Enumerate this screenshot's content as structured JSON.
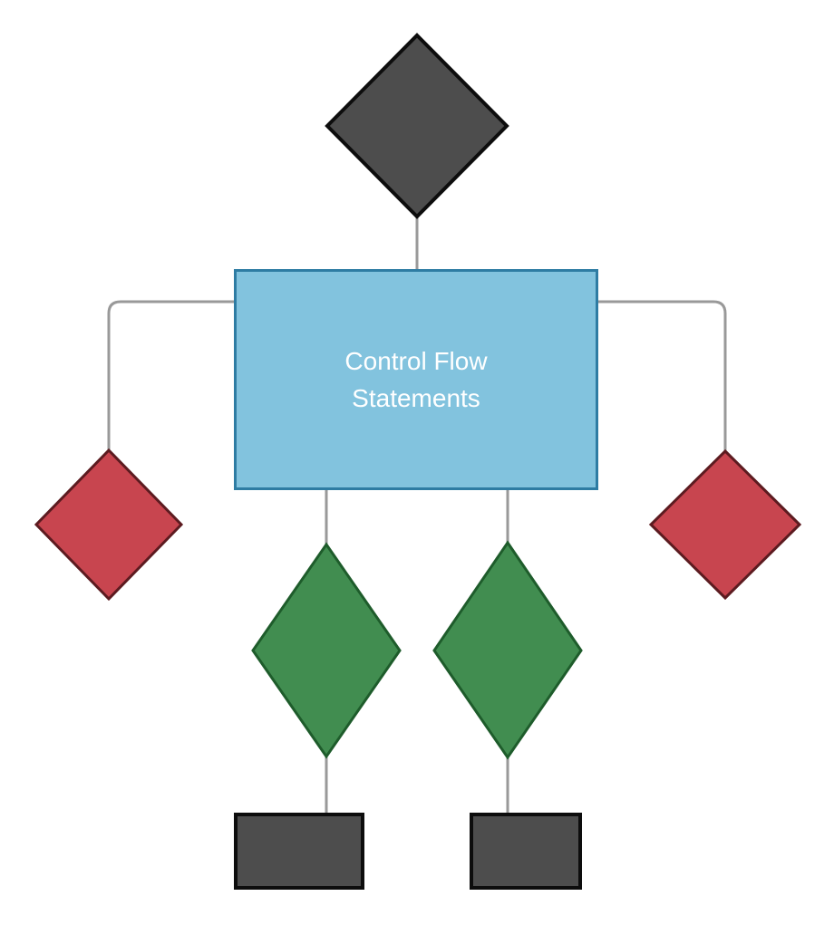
{
  "diagram": {
    "type": "flowchart",
    "main_node": {
      "label": "Control Flow Statements",
      "lines": [
        "Control Flow",
        "Statements"
      ]
    },
    "nodes": [
      {
        "id": "decision-top",
        "shape": "diamond",
        "style": "dark",
        "label": ""
      },
      {
        "id": "control-flow-main",
        "shape": "rectangle",
        "style": "blue",
        "label": "Control Flow Statements"
      },
      {
        "id": "decision-left-red",
        "shape": "diamond",
        "style": "red",
        "label": ""
      },
      {
        "id": "decision-right-red",
        "shape": "diamond",
        "style": "red",
        "label": ""
      },
      {
        "id": "branch-left-green",
        "shape": "diamond",
        "style": "green",
        "label": ""
      },
      {
        "id": "branch-right-green",
        "shape": "diamond",
        "style": "green",
        "label": ""
      },
      {
        "id": "process-left",
        "shape": "rectangle",
        "style": "dark",
        "label": ""
      },
      {
        "id": "process-right",
        "shape": "rectangle",
        "style": "dark",
        "label": ""
      }
    ],
    "edges": [
      {
        "from": "decision-top",
        "to": "control-flow-main"
      },
      {
        "from": "control-flow-main",
        "to": "decision-left-red"
      },
      {
        "from": "control-flow-main",
        "to": "decision-right-red"
      },
      {
        "from": "control-flow-main",
        "to": "branch-left-green"
      },
      {
        "from": "control-flow-main",
        "to": "branch-right-green"
      },
      {
        "from": "branch-left-green",
        "to": "process-left"
      },
      {
        "from": "branch-right-green",
        "to": "process-right"
      }
    ]
  },
  "colors": {
    "background": "#ffffff",
    "connector": "#999999",
    "label_text": "#ffffff",
    "node_dark_fill": "#4d4d4d",
    "node_dark_stroke": "#0d0d0d",
    "node_blue_fill": "#82c3de",
    "node_blue_stroke": "#2e7ca3",
    "node_red_fill": "#c8454f",
    "node_red_stroke": "#5c1b20",
    "node_green_fill": "#418d50",
    "node_green_stroke": "#1e5c2b"
  }
}
